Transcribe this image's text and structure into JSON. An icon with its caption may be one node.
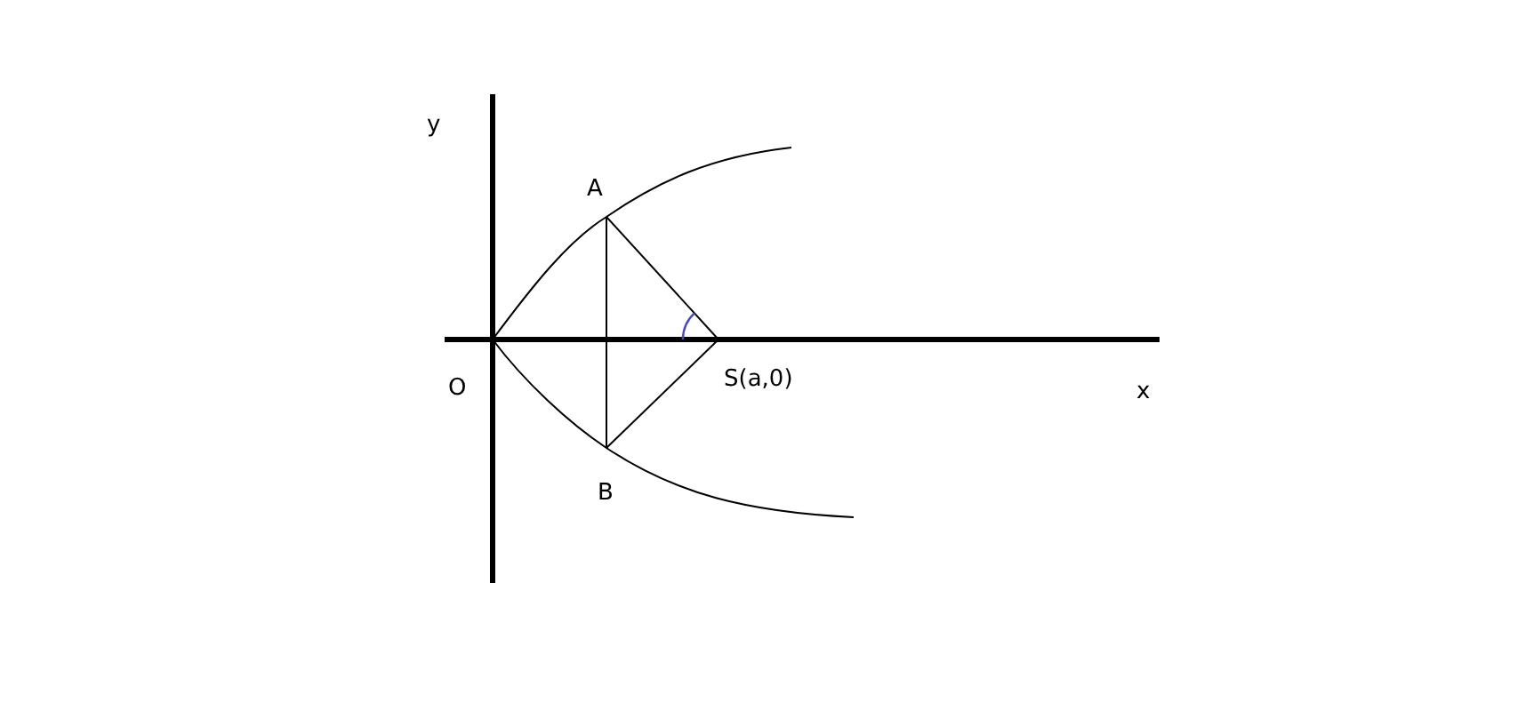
{
  "diagram": {
    "labels": [
      "y",
      "A",
      "O",
      "S(a,0)",
      "x",
      "B"
    ]
  }
}
